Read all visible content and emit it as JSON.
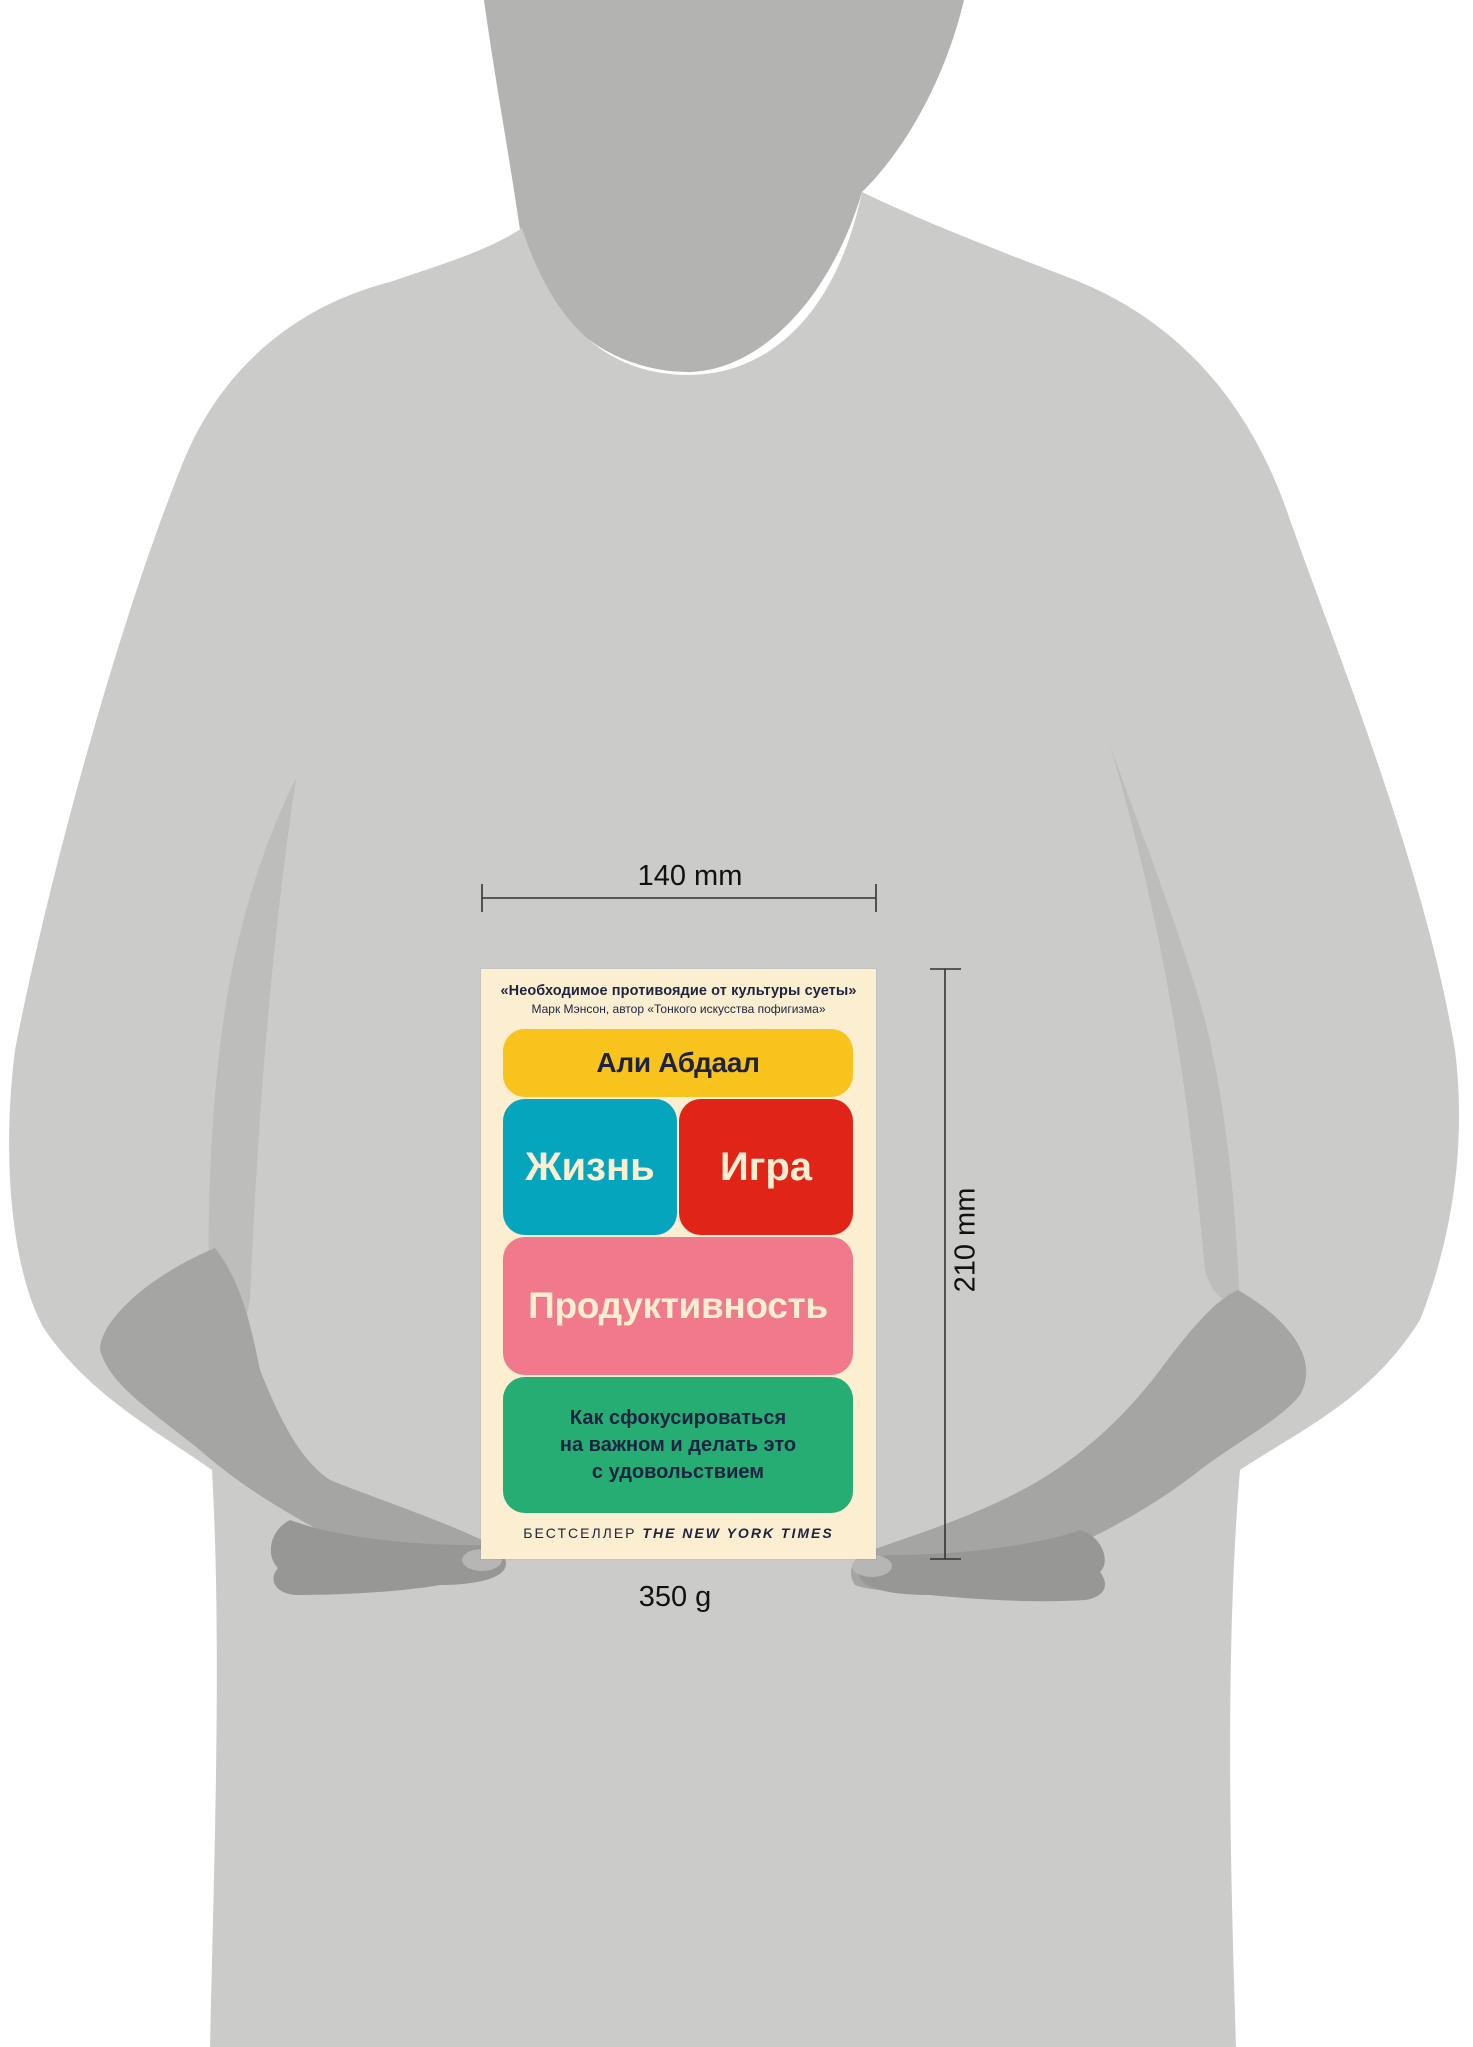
{
  "dimensions": {
    "width_label": "140 mm",
    "height_label": "210 mm",
    "weight_label": "350 g"
  },
  "book": {
    "quote": "«Необходимое противоядие от культуры суеты»",
    "quote_author": "Марк Мэнсон, автор «Тонкого искусства пофигизма»",
    "author": "Али Абдаал",
    "title_word_1": "Жизнь",
    "title_word_2": "Игра",
    "title_word_3": "Продуктивность",
    "subtitle_lines": [
      "Как сфокусироваться",
      "на важном и делать это",
      "с удовольствием"
    ],
    "bestseller_prefix": "БЕСТСЕЛЛЕР",
    "bestseller_source": "THE NEW YORK TIMES"
  },
  "colors": {
    "silhouette": "#cbcbca",
    "silhouette_shadow": "#a5a5a4",
    "hands": "#969695",
    "cover_background": "#fbeed1",
    "author_block": "#f8c31d",
    "life_block": "#04a5bd",
    "game_block": "#e12418",
    "productivity_block": "#f07a8c",
    "subtitle_block": "#25ad74",
    "ink": "#1d2340"
  }
}
